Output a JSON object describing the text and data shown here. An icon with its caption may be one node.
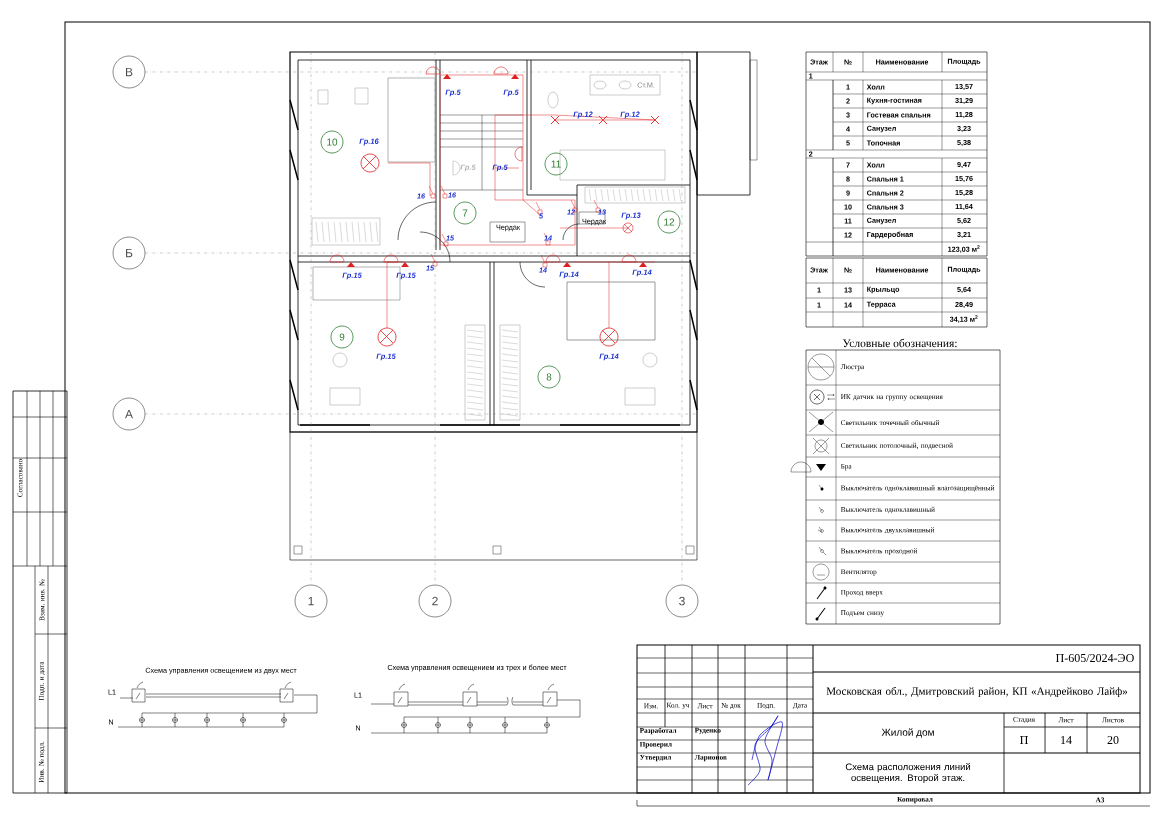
{
  "diagram": {
    "nodes": [
      {
        "text": [
          "В"
        ]
      },
      {
        "text": [
          "10"
        ]
      },
      {
        "text": [
          "11"
        ]
      },
      {
        "text": [
          "7"
        ]
      },
      {
        "text": [
          "12"
        ]
      },
      {
        "text": [
          "Б"
        ]
      },
      {
        "text": [
          "9"
        ]
      },
      {
        "text": [
          "8"
        ]
      },
      {
        "text": [
          "А"
        ]
      },
      {
        "text": [
          "1"
        ]
      },
      {
        "text": [
          "2"
        ]
      },
      {
        "text": [
          "3"
        ]
      }
    ],
    "labels": [
      "Гр.5",
      "Гр.5",
      "Гр.5",
      "Гр.5",
      "Гр.16",
      "Гр.12",
      "Гр.12",
      "Гр.13",
      "Гр.15",
      "Гр.15",
      "Гр.15",
      "Гр.14",
      "Гр.14",
      "Гр.14",
      "16",
      "16",
      "5",
      "12",
      "13",
      "15",
      "15",
      "14",
      "14",
      "Чердак",
      "Чердак",
      "Ст.М.",
      "Этаж",
      "№",
      "Наименование",
      "Площадь",
      "1",
      "1",
      "Холл",
      "13,57",
      "2",
      "Кухня-гостиная",
      "31,29",
      "3",
      "Гостевая спальня",
      "11,28",
      "4",
      "Санузел",
      "3,23",
      "5",
      "Топочная",
      "5,38",
      "2",
      "7",
      "Холл",
      "9,47",
      "8",
      "Спальня 1",
      "15,76",
      "9",
      "Спальня 2",
      "15,28",
      "10",
      "Спальня 3",
      "11,64",
      "11",
      "Санузел",
      "5,62",
      "12",
      "Гардеробная",
      "3,21",
      "123,03 м$^{2}$",
      "Этаж",
      "№",
      "Наименование",
      "Площадь",
      "1",
      "13",
      "Крыльцо",
      "5,64",
      "1",
      "14",
      "Терраса",
      "28,49",
      "34,13 м$^{2}$",
      "Условные обозначения:",
      "Изм.",
      "Кол. уч",
      "Лист",
      "№ док",
      "Подп.",
      "Дата",
      "Разработал",
      "Руденко",
      "Проверил",
      "Утвердил",
      "Ларионов",
      "П-605/2024-ЭО",
      "Московская обл., Дмитровский район, КП «Андрейково Лайф»",
      "Стадия",
      "Лист",
      "Листов",
      "Жилой дом",
      "П",
      "14",
      "20",
      "Схема расположения линий освещения. Второй этаж.",
      "Копировал",
      "А3",
      "Согласовано",
      "Взам. инв. №",
      "Подп. и дата",
      "Инв. № подл.",
      "Схема управления освещением из двух мест",
      "L1",
      "N",
      "Схема управления освещением из трех и более мест",
      "L1",
      "N"
    ],
    "legend": [
      {
        "text": "Люстра"
      },
      {
        "text": "ИК датчик на группу освещения"
      },
      {
        "text": "Светильник точечный обычный"
      },
      {
        "text": "Светильник потолочный, подвесной"
      },
      {
        "text": "Бра"
      },
      {
        "text": "Выключатель одноклавишный влагозащищённый"
      },
      {
        "text": "Выключатель одноклавишный"
      },
      {
        "text": "Выключатель двухклавишный"
      },
      {
        "text": "Выключатель проходной"
      },
      {
        "text": "Вентилятор"
      },
      {
        "text": "Проход вверх"
      },
      {
        "text": "Подъем снизу"
      }
    ]
  }
}
